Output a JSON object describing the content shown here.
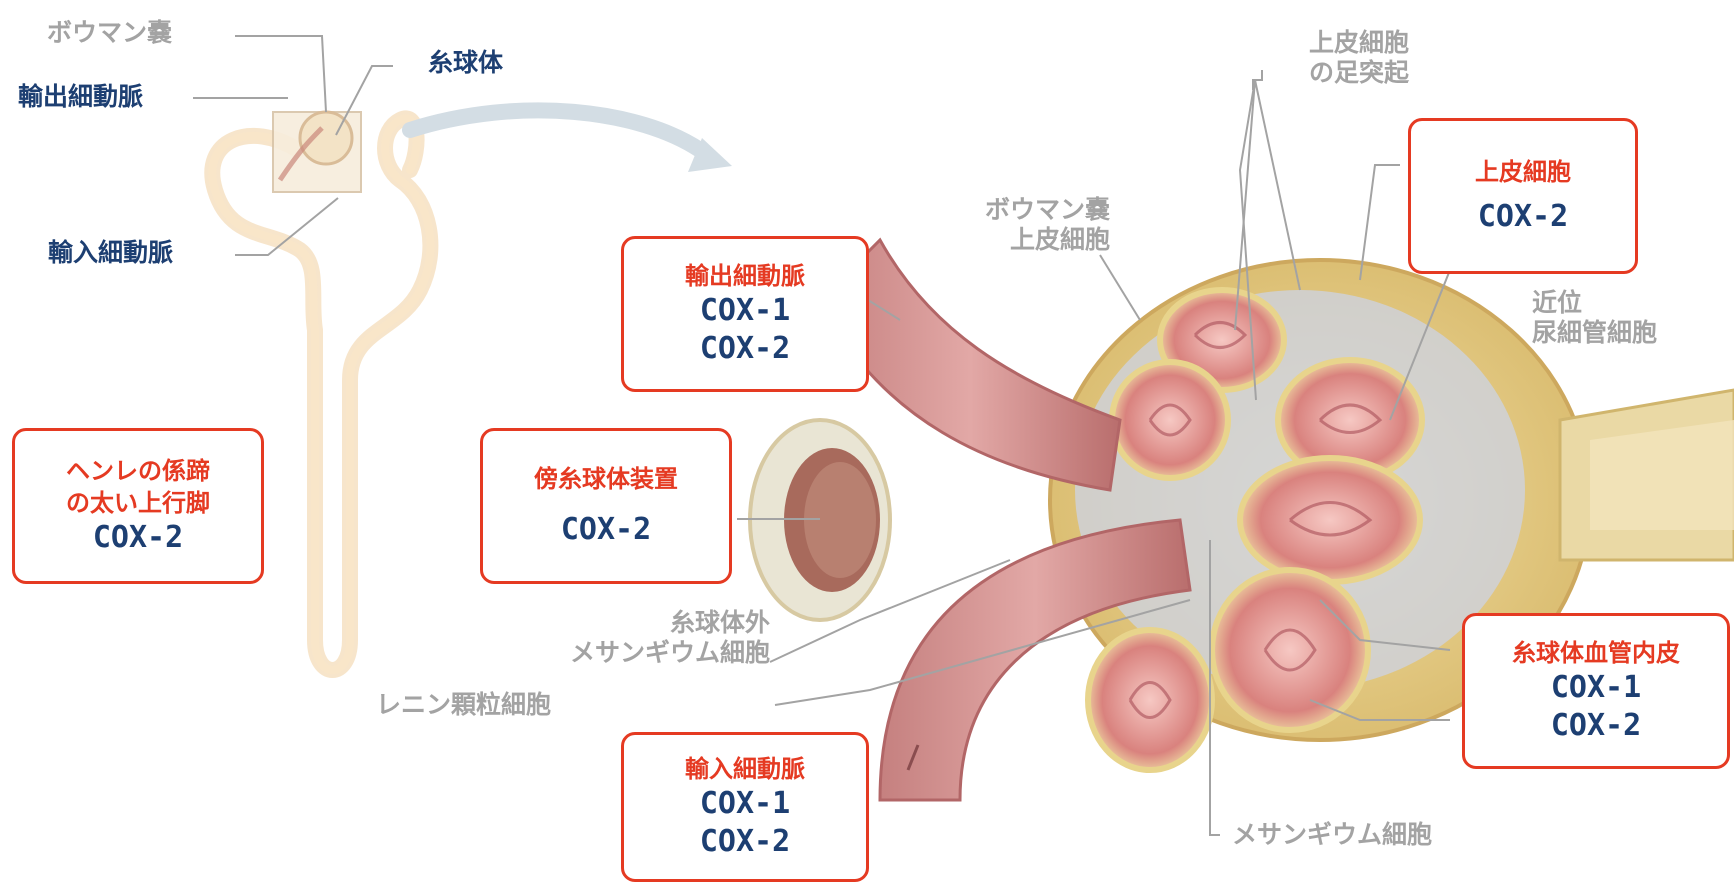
{
  "colors": {
    "box_border": "#e53a22",
    "box_title": "#e53a22",
    "cox_text": "#1d3f72",
    "label_gray": "#a3a3a3",
    "label_navy": "#1d3f72"
  },
  "nephron_labels": {
    "bowman": "ボウマン嚢",
    "glomerulus": "糸球体",
    "efferent": "輸出細動脈",
    "afferent": "輸入細動脈"
  },
  "gray_labels": {
    "podocyte_line1": "上皮細胞",
    "podocyte_line2": "の足突起",
    "bowman_line1": "ボウマン嚢",
    "bowman_line2": "上皮細胞",
    "proximal_line1": "近位",
    "proximal_line2": "尿細管細胞",
    "extraglom_line1": "糸球体外",
    "extraglom_line2": "メサンギウム細胞",
    "renin": "レニン顆粒細胞",
    "mesangial": "メサンギウム細胞"
  },
  "boxes": {
    "henle": {
      "title_line1": "ヘンレの係蹄",
      "title_line2": "の太い上行脚",
      "cox": [
        "COX-2"
      ]
    },
    "efferent": {
      "title": "輸出細動脈",
      "cox": [
        "COX-1",
        "COX-2"
      ]
    },
    "jga": {
      "title": "傍糸球体装置",
      "cox": [
        "COX-2"
      ]
    },
    "afferent": {
      "title": "輸入細動脈",
      "cox": [
        "COX-1",
        "COX-2"
      ]
    },
    "epithelial": {
      "title": "上皮細胞",
      "cox": [
        "COX-2"
      ]
    },
    "endothelium": {
      "title": "糸球体血管内皮",
      "cox": [
        "COX-1",
        "COX-2"
      ]
    }
  }
}
